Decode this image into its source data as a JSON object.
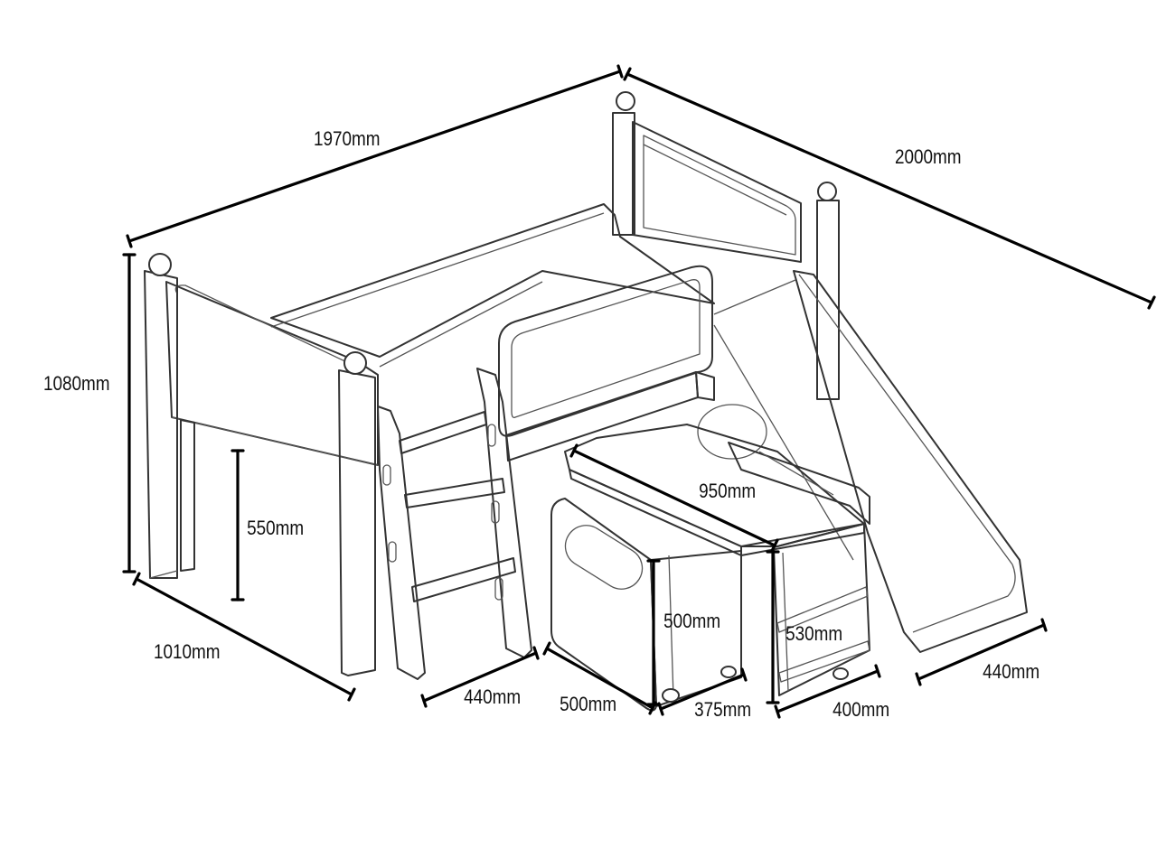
{
  "dimensions": {
    "bed_length": "1970mm",
    "bed_width": "2000mm",
    "bed_height": "1080mm",
    "under_bed_clearance": "550mm",
    "bed_depth": "1010mm",
    "ladder_width": "440mm",
    "desk_length": "950mm",
    "cabinet_height": "500mm",
    "cabinet_width": "500mm",
    "cabinet_depth": "375mm",
    "shelf_height": "530mm",
    "shelf_width": "400mm",
    "slide_width": "440mm"
  }
}
